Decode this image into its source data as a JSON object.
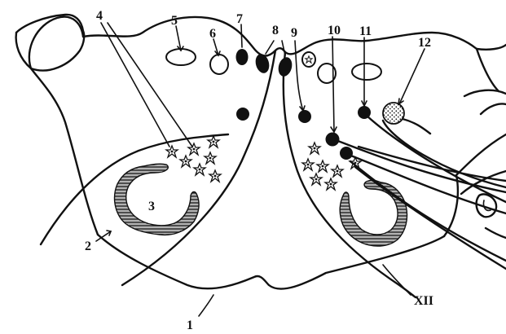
{
  "labels": {
    "l1": "1",
    "l2": "2",
    "l3": "3",
    "l4": "4",
    "l5": "5",
    "l6": "6",
    "l7": "7",
    "l8": "8",
    "l9": "9",
    "l10": "10",
    "l11": "11",
    "l12": "12",
    "lxii": "XII"
  }
}
